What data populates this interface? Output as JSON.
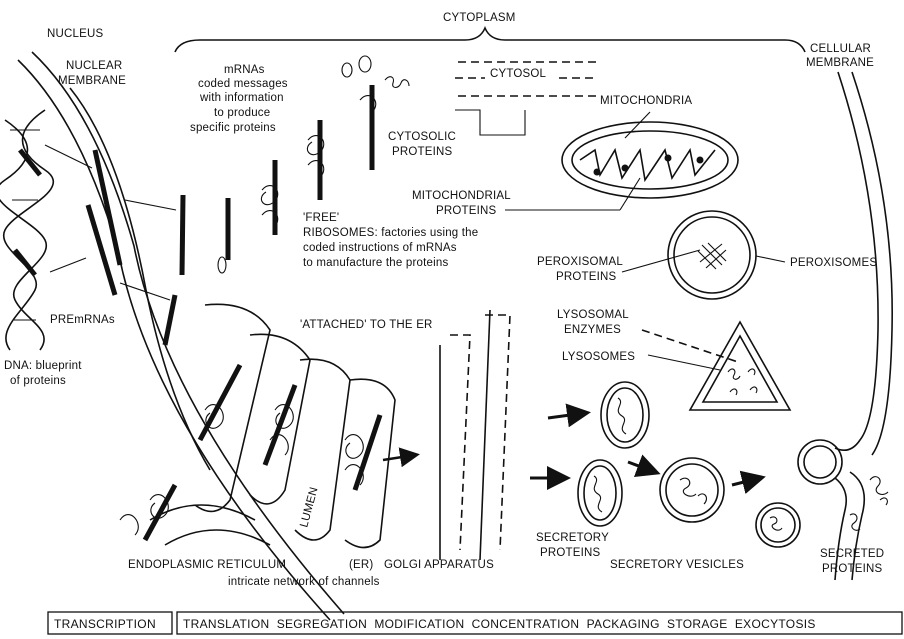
{
  "labels": {
    "nucleus": "NUCLEUS",
    "nuclear_membrane_1": "NUCLEAR",
    "nuclear_membrane_2": "MEMBRANE",
    "cytoplasm": "CYTOPLASM",
    "cellular_membrane_1": "CELLULAR",
    "cellular_membrane_2": "MEMBRANE",
    "mrnas_1": "mRNAs",
    "mrnas_2": "coded messages",
    "mrnas_3": "with information",
    "mrnas_4": "to produce",
    "mrnas_5": "specific proteins",
    "cytosol": "CYTOSOL",
    "cytosolic_1": "CYTOSOLIC",
    "cytosolic_2": "PROTEINS",
    "mitochondria": "MITOCHONDRIA",
    "mito_proteins_1": "MITOCHONDRIAL",
    "mito_proteins_2": "PROTEINS",
    "free_ribo_1": "'FREE'",
    "free_ribo_2": "RIBOSOMES: factories using the",
    "free_ribo_3": "coded instructions of mRNAs",
    "free_ribo_4": "to manufacture the proteins",
    "peroxisomal_1": "PEROXISOMAL",
    "peroxisomal_2": "PROTEINS",
    "peroxisomes": "PEROXISOMES",
    "premrnas": "PREmRNAs",
    "dna_1": "DNA: blueprint",
    "dna_2": "of proteins",
    "attached": "'ATTACHED' TO THE ER",
    "lysosomal_1": "LYSOSOMAL",
    "lysosomal_2": "ENZYMES",
    "lysosomes": "LYSOSOMES",
    "lumen": "LUMEN",
    "er": "ENDOPLASMIC RETICULUM",
    "er_abbr": "(ER)",
    "golgi": "GOLGI APPARATUS",
    "er_sub": "intricate network of channels",
    "secretory_proteins_1": "SECRETORY",
    "secretory_proteins_2": "PROTEINS",
    "secretory_vesicles": "SECRETORY VESICLES",
    "secreted_1": "SECRETED",
    "secreted_2": "PROTEINS"
  },
  "process_bar": {
    "transcription": "TRANSCRIPTION",
    "steps": "TRANSLATION  SEGREGATION  MODIFICATION  CONCENTRATION  PACKAGING  STORAGE  EXOCYTOSIS"
  }
}
